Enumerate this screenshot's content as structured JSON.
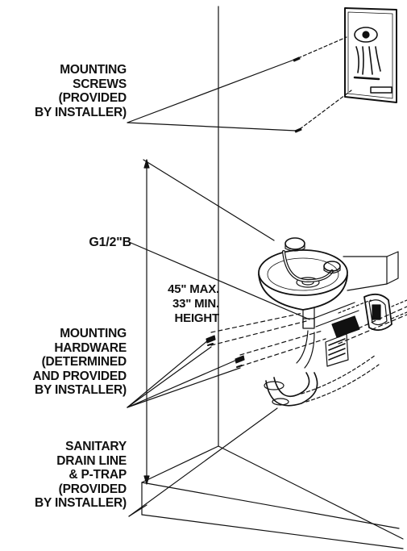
{
  "labels": {
    "mounting_screws": [
      "MOUNTING",
      "SCREWS",
      "(PROVIDED",
      "BY INSTALLER)"
    ],
    "g12b": "G1/2\"B",
    "height": [
      "45\" MAX.",
      "33\" MIN.",
      "HEIGHT"
    ],
    "mounting_hardware": [
      "MOUNTING",
      "HARDWARE",
      "(DETERMINED",
      "AND PROVIDED",
      "BY INSTALLER)"
    ],
    "drain": [
      "SANITARY",
      "DRAIN LINE",
      "& P-TRAP",
      "(PROVIDED",
      "BY INSTALLER)"
    ]
  },
  "colors": {
    "line": "#111111",
    "background": "#ffffff"
  }
}
